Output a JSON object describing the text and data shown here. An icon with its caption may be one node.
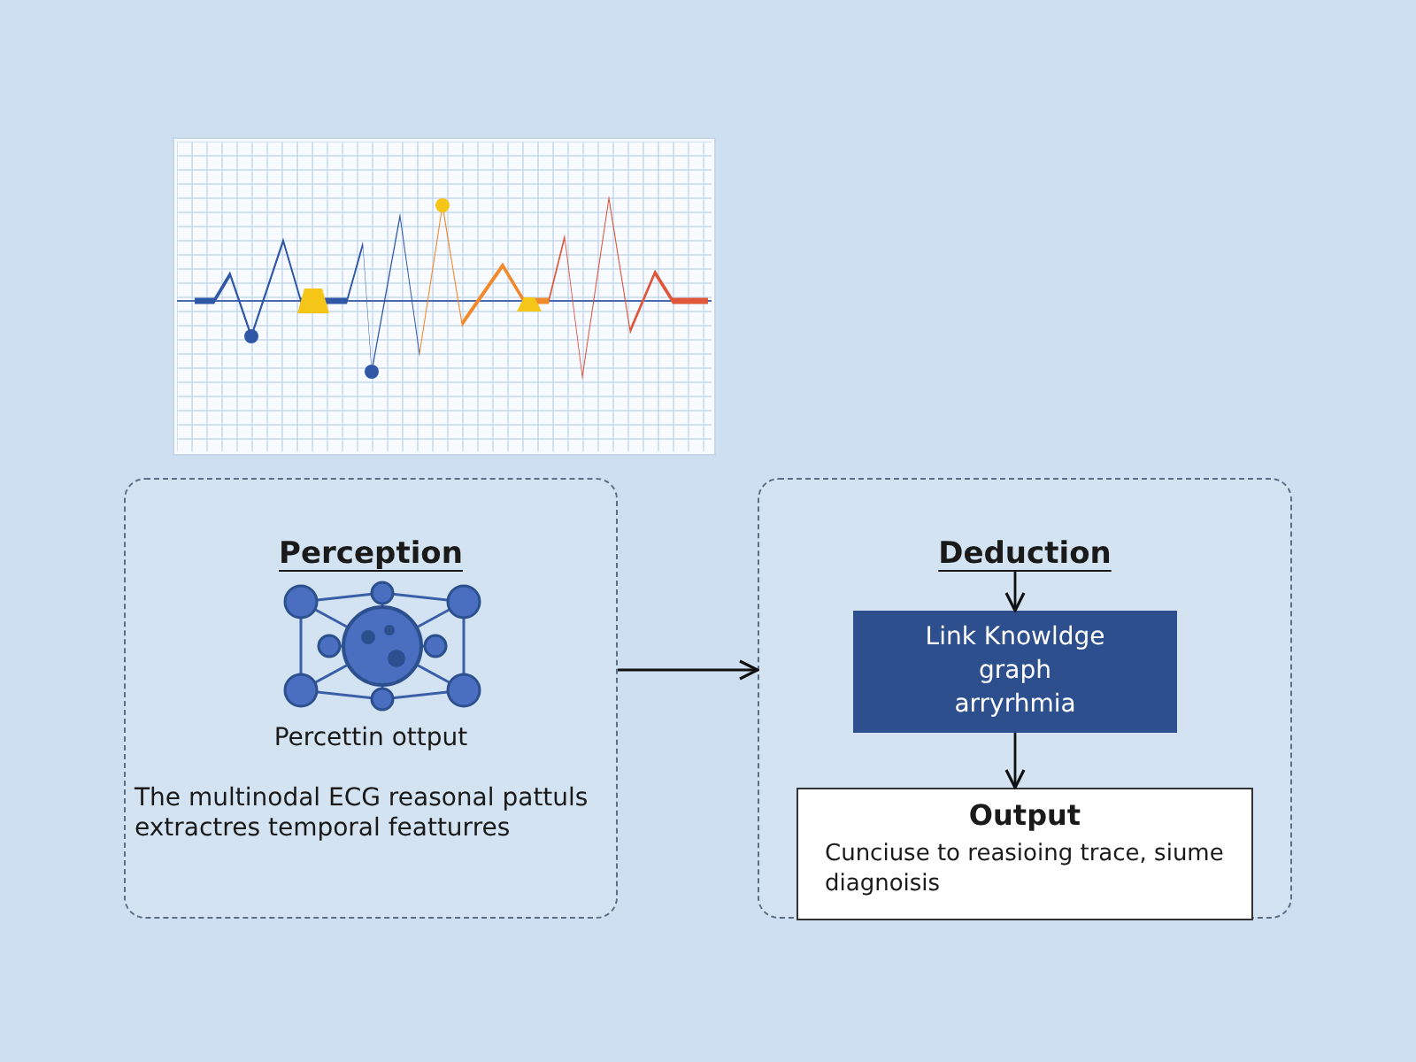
{
  "diagram": {
    "nodes": [
      {
        "text": [
          "Perception",
          "Percettin ottput",
          "The multinodal ECG reasonal pattuls extractres temporal featturres"
        ]
      },
      {
        "text": [
          "Deduction"
        ]
      },
      {
        "text": [
          "Link Knowldge graph arryrhmia"
        ],
        "in": 1
      },
      {
        "text": [
          "Output",
          "Cunciuse to reasioing trace, siume diagnoisis"
        ],
        "in": 1
      }
    ],
    "edges": [
      {
        "from": 0,
        "to": 1,
        "arrow": "to"
      },
      {
        "from": null,
        "to": 2,
        "arrow": "to"
      },
      {
        "from": 2,
        "to": 3,
        "arrow": "to"
      }
    ]
  }
}
